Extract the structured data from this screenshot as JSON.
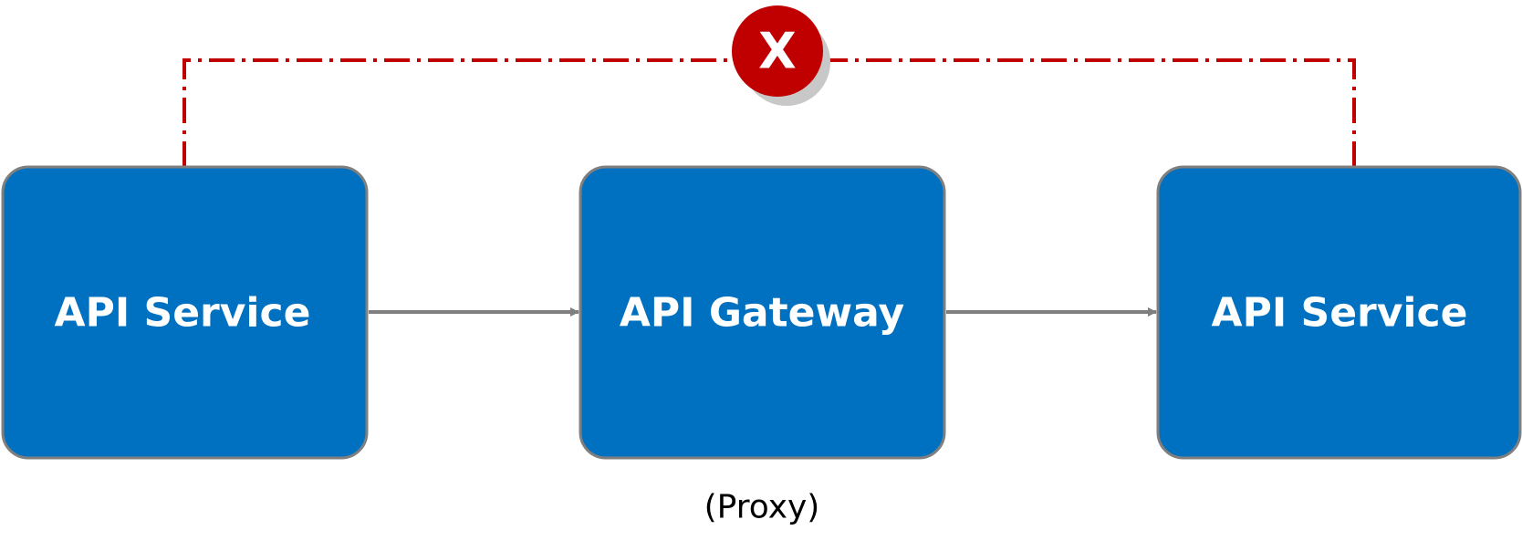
{
  "nodes": {
    "left_service": {
      "label": "API Service"
    },
    "gateway": {
      "label": "API Gateway",
      "caption": "(Proxy)"
    },
    "right_service": {
      "label": "API Service"
    }
  },
  "blocked_link": {
    "mark": "X"
  },
  "colors": {
    "node_fill": "#0070C0",
    "node_border": "#7F7F7F",
    "arrow": "#7F7F7F",
    "blocked_line": "#C00000",
    "blocked_badge": "#C00000",
    "badge_shadow": "#C8C8C8"
  },
  "icons": {
    "blocked": "x-circle-icon",
    "flow": "arrow-right-icon"
  }
}
